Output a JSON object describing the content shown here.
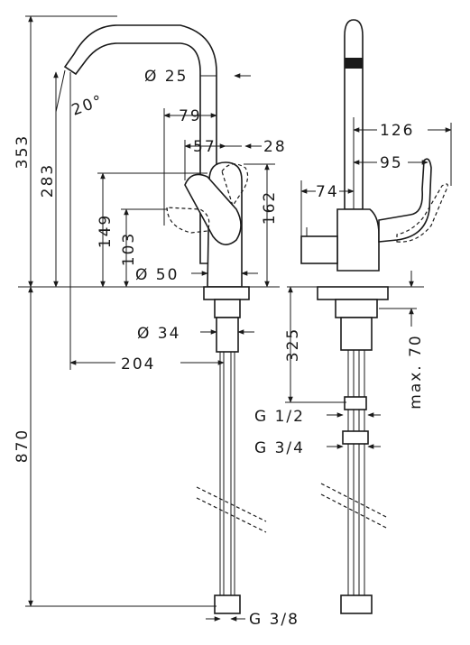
{
  "dimensions": {
    "left_view": {
      "total_height": "353",
      "spout_height": "283",
      "spout_angle": "20°",
      "spout_diameter": "Ø 25",
      "offset_79": "79",
      "offset_57": "57",
      "handle_28": "28",
      "height_149": "149",
      "height_103": "103",
      "height_162": "162",
      "base_diameter": "Ø 50",
      "shank_diameter": "Ø 34",
      "reach": "204",
      "below_counter": "870",
      "connection": "G 3/8"
    },
    "right_view": {
      "width_126": "126",
      "width_95": "95",
      "width_74": "74",
      "depth_325": "325",
      "max_70": "max. 70",
      "thread_half": "G 1/2",
      "thread_three_quarter": "G 3/4"
    }
  }
}
